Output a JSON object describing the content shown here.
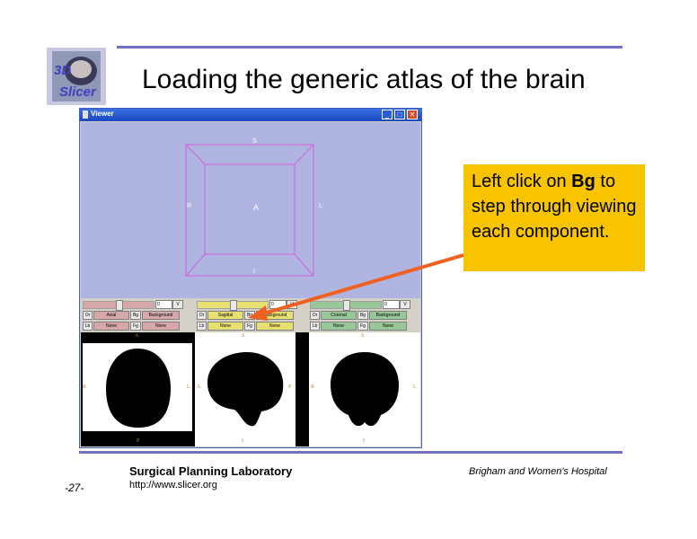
{
  "slide": {
    "title": "Loading the generic atlas of the brain",
    "logo_text_top": "3D",
    "logo_text_bottom": "Slicer",
    "footer_lab": "Surgical Planning Laboratory",
    "footer_url": "http://www.slicer.org",
    "footer_hospital": "Brigham and Women's Hospital",
    "page_number": "-27-",
    "rule_color": "#7070c8"
  },
  "callout": {
    "text_before": "Left click on ",
    "text_bold": "Bg",
    "text_after": " to step through viewing each component.",
    "color": "#f8c400",
    "arrow_color": "#f06020"
  },
  "viewer": {
    "window_title": "Viewer",
    "view3d_labels": {
      "S": "S",
      "A": "A",
      "R": "R",
      "L": "L",
      "I": "I"
    },
    "groups": [
      {
        "value": "0",
        "v": "V",
        "or": "Or",
        "orient": "Axial",
        "bg": "Bg",
        "background": "Background",
        "lb": "Lb",
        "none1": "None",
        "fg": "Fg",
        "none2": "None",
        "color": "#d8a8a8"
      },
      {
        "value": "0",
        "v": "V",
        "or": "Or",
        "orient": "Sagittal",
        "bg": "Bg",
        "background": "Background",
        "lb": "Lb",
        "none1": "None",
        "fg": "Fg",
        "none2": "None",
        "color": "#e8e070"
      },
      {
        "value": "0",
        "v": "V",
        "or": "Or",
        "orient": "Coronal",
        "bg": "Bg",
        "background": "Background",
        "lb": "Lb",
        "none1": "None",
        "fg": "Fg",
        "none2": "None",
        "color": "#98c898"
      }
    ],
    "slice_labels": {
      "axial": {
        "top": "A",
        "left": "R",
        "right": "L",
        "bottom": "P"
      },
      "sagittal": {
        "top": "S",
        "left": "A",
        "right": "P",
        "bottom": "I"
      },
      "coronal": {
        "top": "S",
        "left": "R",
        "right": "L",
        "bottom": "I"
      }
    }
  }
}
